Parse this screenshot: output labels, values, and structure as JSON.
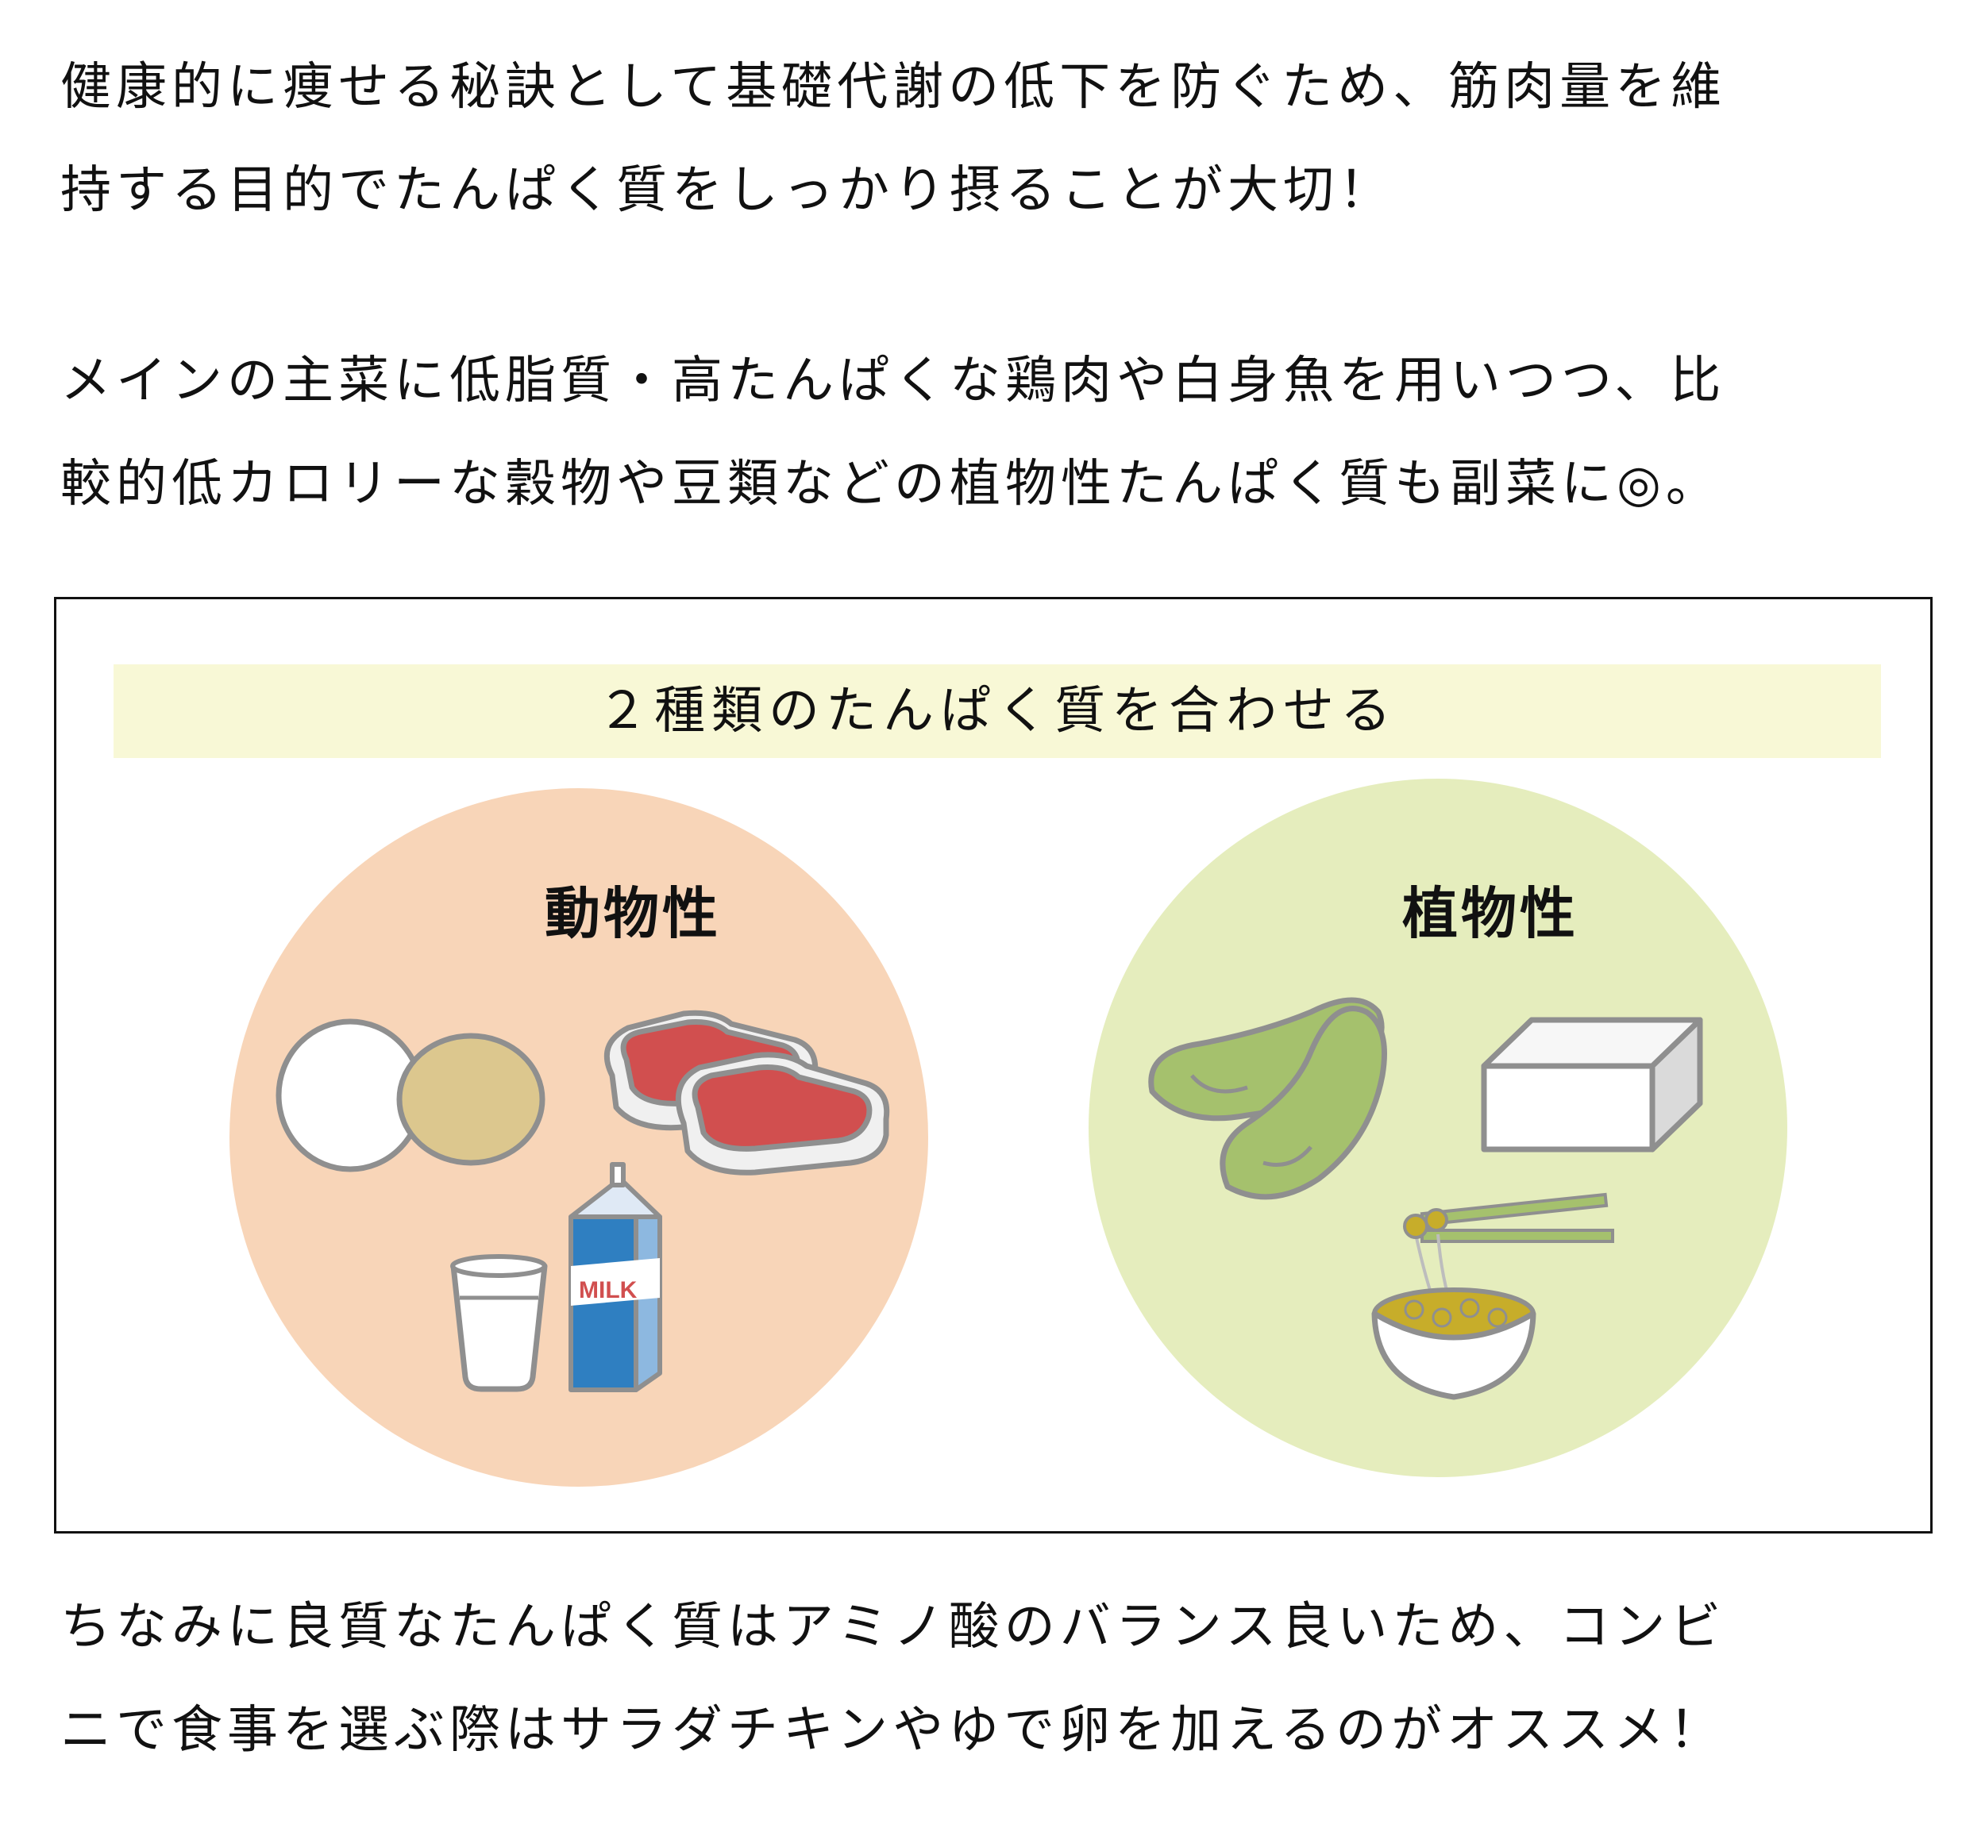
{
  "paragraphs": {
    "intro_line1": "健康的に痩せる秘訣として基礎代謝の低下を防ぐため、筋肉量を維",
    "intro_line2": "持する目的でたんぱく質をしっかり摂ることが大切！",
    "main_line1": "メインの主菜に低脂質・高たんぱくな鶏肉や白身魚を用いつつ、比",
    "main_line2": "較的低カロリーな穀物や豆類などの植物性たんぱく質も副菜に◎。",
    "note_line1": "ちなみに良質なたんぱく質はアミノ酸のバランス良いため、コンビ",
    "note_line2": "ニで食事を選ぶ際はサラダチキンやゆで卵を加えるのがオススメ！"
  },
  "diagram": {
    "banner_title": "２種類のたんぱく質を合わせる",
    "animal_label": "動物性",
    "plant_label": "植物性",
    "milk_text": "MILK"
  },
  "colors": {
    "animal_circle": "#f8d5b8",
    "plant_circle": "#e5edbd",
    "banner": "#f8f8d6",
    "meat_red": "#d14f4f",
    "edamame_green": "#a5c16d",
    "milk_blue": "#2f7fc1",
    "natto_yellow": "#c7ad2a",
    "outline_gray": "#8f8f8f"
  },
  "icons": [
    "eggs-icon",
    "meat-icon",
    "milk-glass-icon",
    "milk-carton-icon",
    "edamame-icon",
    "tofu-icon",
    "natto-icon"
  ]
}
